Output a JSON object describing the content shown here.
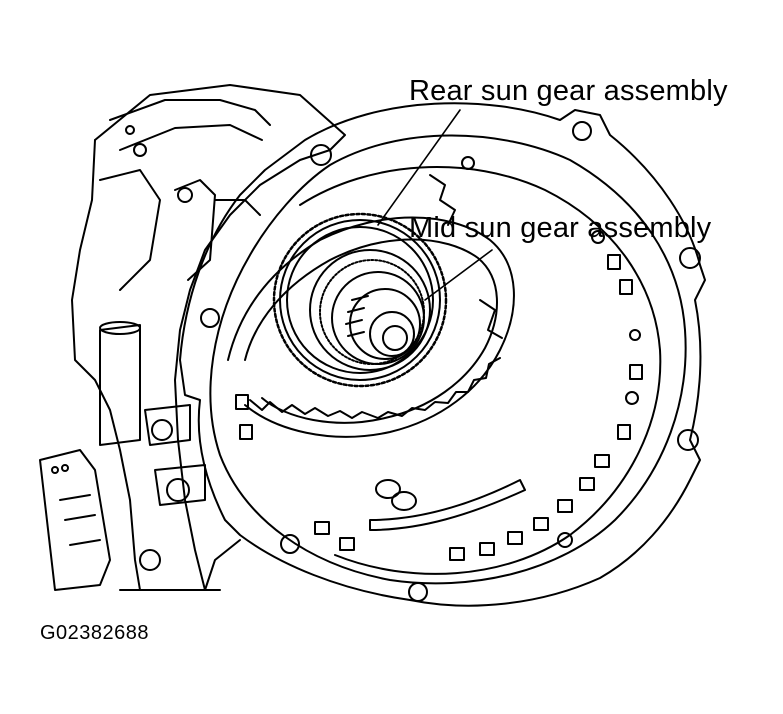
{
  "callouts": {
    "rear_sun_gear": "Rear sun gear assembly",
    "mid_sun_gear": "Mid sun gear assembly"
  },
  "figure_code": "G02382688",
  "colors": {
    "line": "#000000",
    "background": "#ffffff"
  }
}
